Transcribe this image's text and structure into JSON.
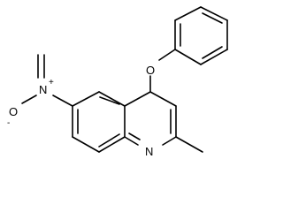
{
  "molecule": {
    "atoms": {
      "oxygen_ether": "O",
      "oxygen_nitro": "O",
      "nitrogen_nitro": "N",
      "nitrogen_ring": "N",
      "nitro_charge_pos": "+",
      "nitro_charge_neg": "-"
    }
  }
}
